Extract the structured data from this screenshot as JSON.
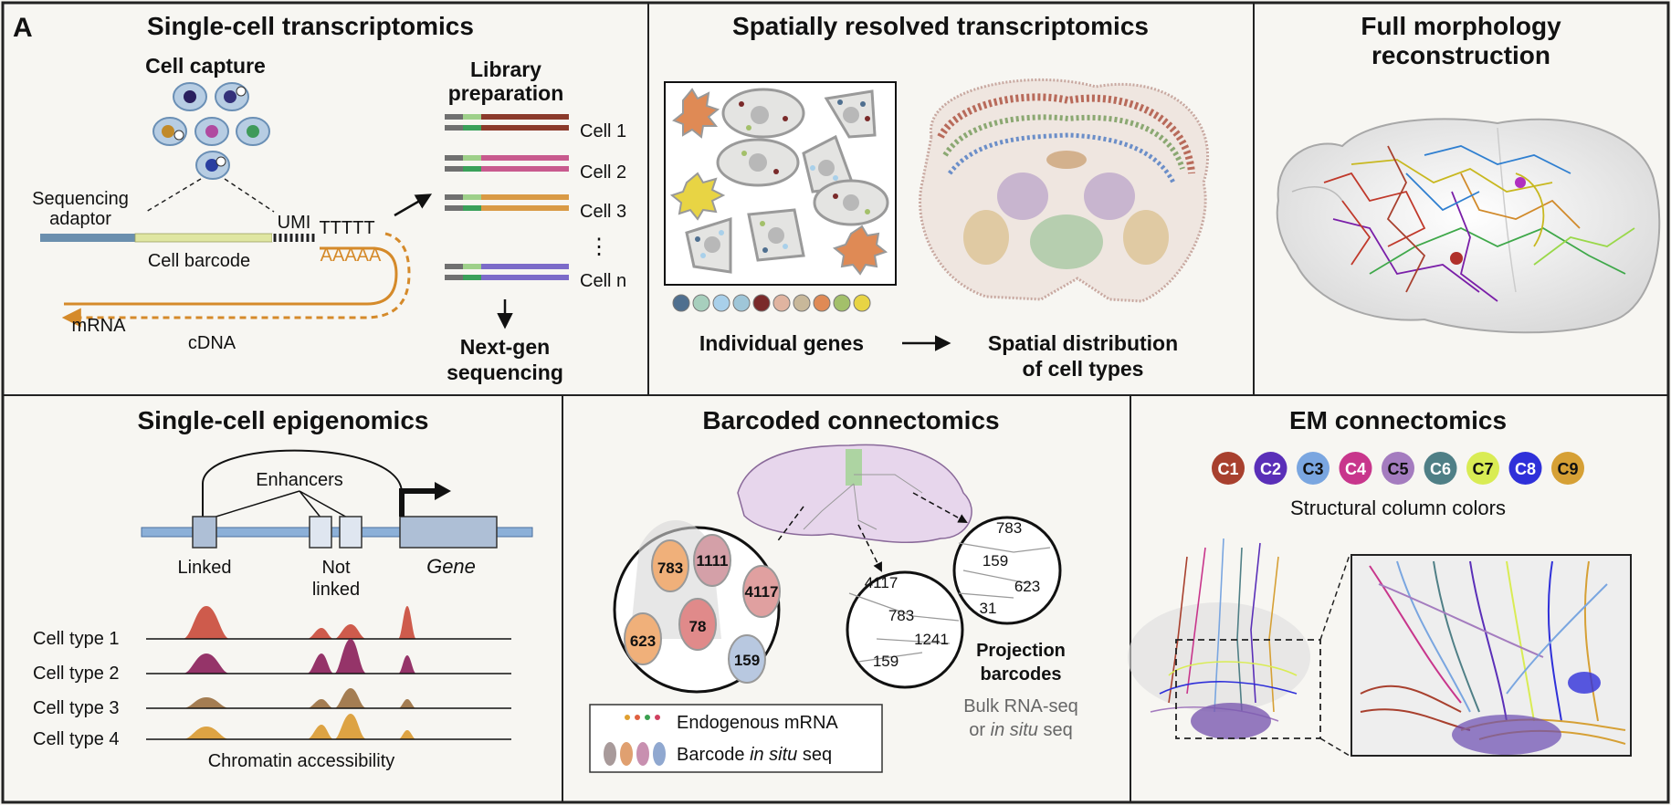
{
  "figure_label": "A",
  "panels": {
    "sc_transcriptomics": {
      "title": "Single-cell transcriptomics",
      "cell_capture": "Cell capture",
      "library_prep": [
        "Library",
        "preparation"
      ],
      "seq_adaptor": [
        "Sequencing",
        "adaptor"
      ],
      "umi": "UMI",
      "polyT": "TTTTT",
      "polyA": "AAAAA",
      "cell_barcode": "Cell barcode",
      "mrna": "mRNA",
      "cdna": "cDNA",
      "cells": [
        "Cell 1",
        "Cell 2",
        "Cell 3",
        "Cell n"
      ],
      "ellipsis": "⋮",
      "next_gen": [
        "Next-gen",
        "sequencing"
      ],
      "read_colors": [
        "#8b3a2b",
        "#c85a8e",
        "#d99a45",
        "#7c6bc9"
      ]
    },
    "spatial": {
      "title": "Spatially resolved transcriptomics",
      "individual_genes": "Individual genes",
      "spatial_dist": [
        "Spatial distribution",
        "of cell types"
      ],
      "gene_colors": [
        "#4f6f8f",
        "#a7cfbd",
        "#a9d0ea",
        "#9fc6d8",
        "#7a2a2a",
        "#e0b4a0",
        "#c8b89a",
        "#df8a55",
        "#a3c06a",
        "#e8d444"
      ]
    },
    "morphology": {
      "title": [
        "Full morphology",
        "reconstruction"
      ]
    },
    "epigenomics": {
      "title": "Single-cell epigenomics",
      "enhancers": "Enhancers",
      "linked": "Linked",
      "not_linked": [
        "Not",
        "linked"
      ],
      "gene": "Gene",
      "cell_types": [
        "Cell type 1",
        "Cell type 2",
        "Cell type 3",
        "Cell type 4"
      ],
      "chromatin": "Chromatin accessibility",
      "track_colors": [
        "#c94a3a",
        "#8a1f5a",
        "#9a7040",
        "#d99a30"
      ]
    },
    "barcoded": {
      "title": "Barcoded connectomics",
      "soma_barcodes": [
        "783",
        "1111",
        "4117",
        "623",
        "78",
        "159"
      ],
      "circle2_barcodes": [
        "4117",
        "783",
        "1241",
        "159"
      ],
      "circle3_barcodes": [
        "783",
        "159",
        "623",
        "31"
      ],
      "projection": [
        "Projection",
        "barcodes"
      ],
      "bulk": "Bulk RNA-seq",
      "or": "or ",
      "in_situ": "in situ",
      "seq": " seq",
      "legend_endogenous": "Endogenous mRNA",
      "legend_barcode_pre": "Barcode ",
      "legend_barcode_italic": "in situ",
      "legend_barcode_post": " seq"
    },
    "em": {
      "title": "EM connectomics",
      "columns": [
        "C1",
        "C2",
        "C3",
        "C4",
        "C5",
        "C6",
        "C7",
        "C8",
        "C9"
      ],
      "column_colors": [
        "#a8402e",
        "#5a2fb8",
        "#7aa6e0",
        "#c8368c",
        "#a47cbf",
        "#4f7f86",
        "#d9ec54",
        "#2f30d9",
        "#d6a035"
      ],
      "structural": "Structural column colors"
    }
  }
}
